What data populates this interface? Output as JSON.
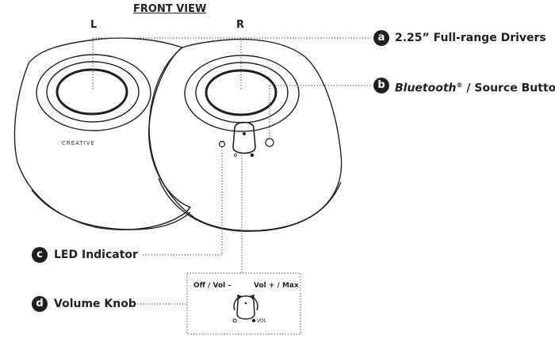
{
  "title": "FRONT VIEW",
  "side_labels": {
    "left": "L",
    "right": "R"
  },
  "brand": "CREATIVE",
  "callouts": [
    {
      "badge": "a",
      "text": "2.25” Full-range Drivers"
    },
    {
      "badge": "b",
      "text_italic": "Bluetooth",
      "sup": "®",
      "text": " / Source Button"
    },
    {
      "badge": "c",
      "text": "LED Indicator"
    },
    {
      "badge": "d",
      "text": "Volume Knob"
    }
  ],
  "knob_detail": {
    "left_label": "Off / Vol –",
    "right_label": "Vol + / Max",
    "vol_label": "VOL"
  }
}
